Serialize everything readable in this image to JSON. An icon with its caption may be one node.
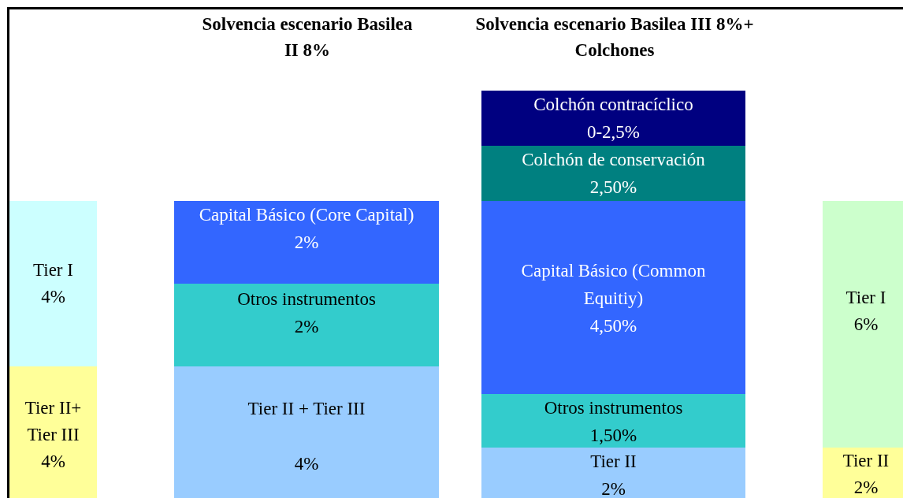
{
  "diagram": {
    "nodes": [
      {
        "text": [
          "Tier I",
          "4%"
        ]
      },
      {
        "text": [
          "Tier II+ Tier III",
          "4%"
        ]
      },
      {
        "text": [
          "Capital Básico (Core Capital)",
          "2%"
        ]
      },
      {
        "text": [
          "Otros instrumentos",
          "2%"
        ]
      },
      {
        "text": [
          "Tier II + Tier III",
          "4%"
        ]
      },
      {
        "text": [
          "Colchón contracíclico",
          "0-2,5%"
        ]
      },
      {
        "text": [
          "Colchón de conservación",
          "2,50%"
        ]
      },
      {
        "text": [
          "Capital Básico (Common Equitiy)",
          "4,50%"
        ]
      },
      {
        "text": [
          "Otros instrumentos",
          "1,50%"
        ]
      },
      {
        "text": [
          "Tier II",
          "2%"
        ]
      },
      {
        "text": [
          "Tier I",
          "6%"
        ]
      },
      {
        "text": [
          "Tier II",
          "2%"
        ]
      }
    ],
    "labels": [
      "Solvencia escenario Basilea II 8%",
      "Solvencia escenario Basilea III 8%+ Colchones"
    ]
  }
}
